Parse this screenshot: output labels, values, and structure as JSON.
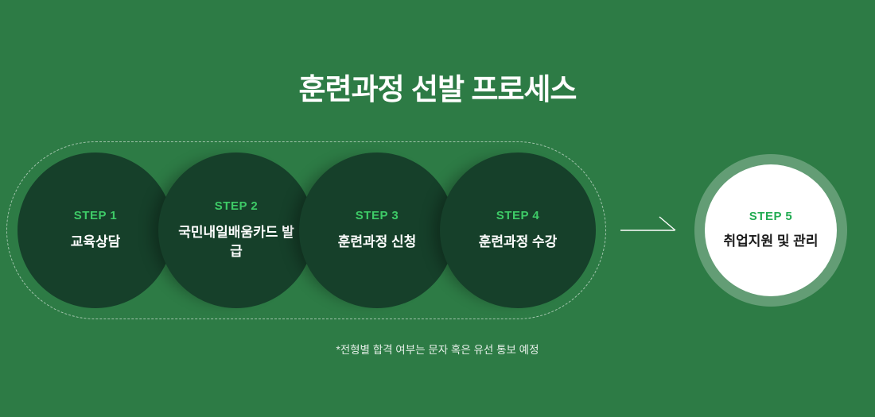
{
  "page": {
    "title": "훈련과정 선발 프로세스",
    "footnote": "*전형별 합격 여부는 문자 혹은 유선 통보 예정"
  },
  "steps": [
    {
      "label": "STEP 1",
      "text": "교육상담"
    },
    {
      "label": "STEP 2",
      "text": "국민내일배움카드 발급"
    },
    {
      "label": "STEP 3",
      "text": "훈련과정 신청"
    },
    {
      "label": "STEP 4",
      "text": "훈련과정 수강"
    },
    {
      "label": "STEP 5",
      "text": "취업지원 및 관리"
    }
  ],
  "colors": {
    "background": "#2d7b45",
    "dark_circle": "#16402a",
    "accent_green": "#3ecb67",
    "final_circle": "#ffffff",
    "final_text": "#1c1c1c"
  }
}
